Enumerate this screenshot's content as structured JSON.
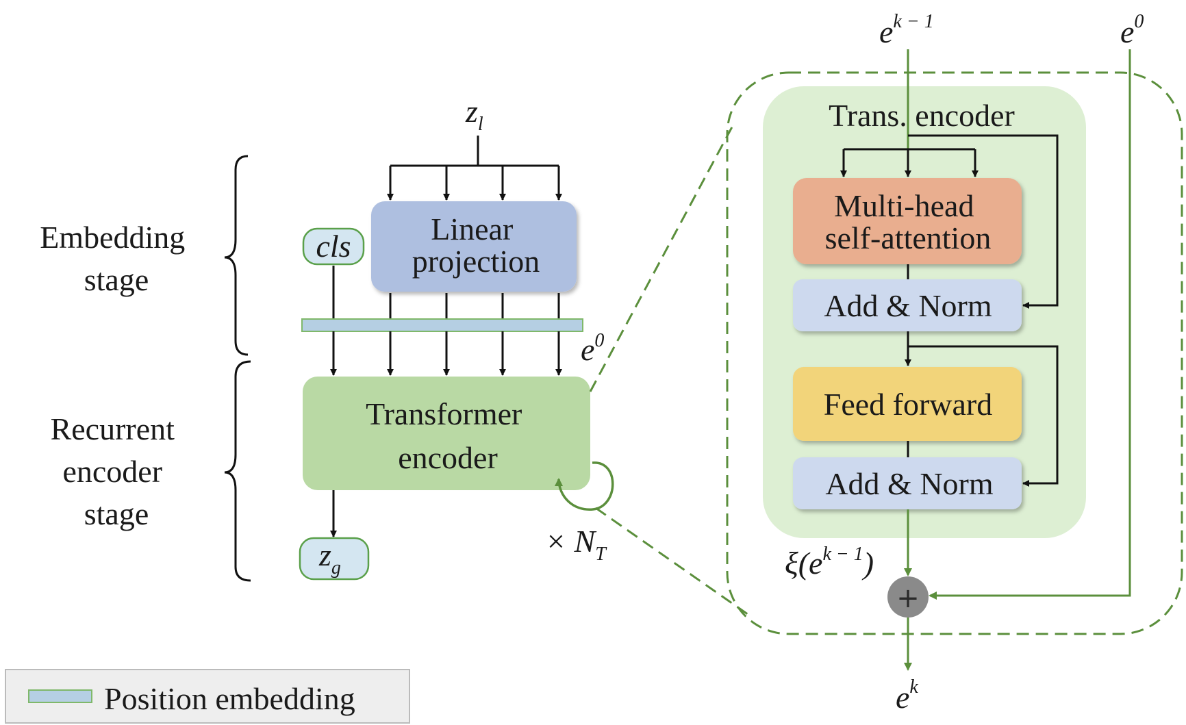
{
  "stages": {
    "embedding": [
      "Embedding",
      "stage"
    ],
    "recurrent": [
      "Recurrent",
      "encoder",
      "stage"
    ]
  },
  "input": {
    "symbol": "z",
    "sub": "l"
  },
  "cls_token": "cls",
  "linear_projection": [
    "Linear",
    "projection"
  ],
  "e0_mid": {
    "symbol": "e",
    "sup": "0"
  },
  "transformer_encoder": [
    "Transformer",
    "encoder"
  ],
  "output": {
    "symbol": "z",
    "sub": "g"
  },
  "repeat": {
    "prefix": "× N",
    "sub": "T"
  },
  "detail": {
    "title": "Trans.  encoder",
    "input": {
      "symbol": "e",
      "sup": "k − 1"
    },
    "residual_input": {
      "symbol": "e",
      "sup": "0"
    },
    "mhsa": [
      "Multi-head",
      "self-attention"
    ],
    "add_norm_1": "Add & Norm",
    "feed_forward": "Feed forward",
    "add_norm_2": "Add & Norm",
    "xi": {
      "prefix": "ξ(e",
      "sup": "k − 1",
      "suffix": ")"
    },
    "plus": "+",
    "output": {
      "symbol": "e",
      "sup": "k"
    }
  },
  "legend": {
    "label": "Position embedding"
  },
  "colors": {
    "linear_projection": "#aebfe0",
    "transformer": "#b9d9a4",
    "encoder_bg": "#ddefd3",
    "mhsa": "#e9ae8f",
    "add_norm": "#cdd9ee",
    "feed_forward": "#f2d47a",
    "token_fill": "#d4e6f1",
    "token_stroke": "#5aa04a",
    "green_line": "#5b8f3c",
    "plus_circle": "#8a8a8a",
    "pos_embed": "#b5cfe3"
  }
}
